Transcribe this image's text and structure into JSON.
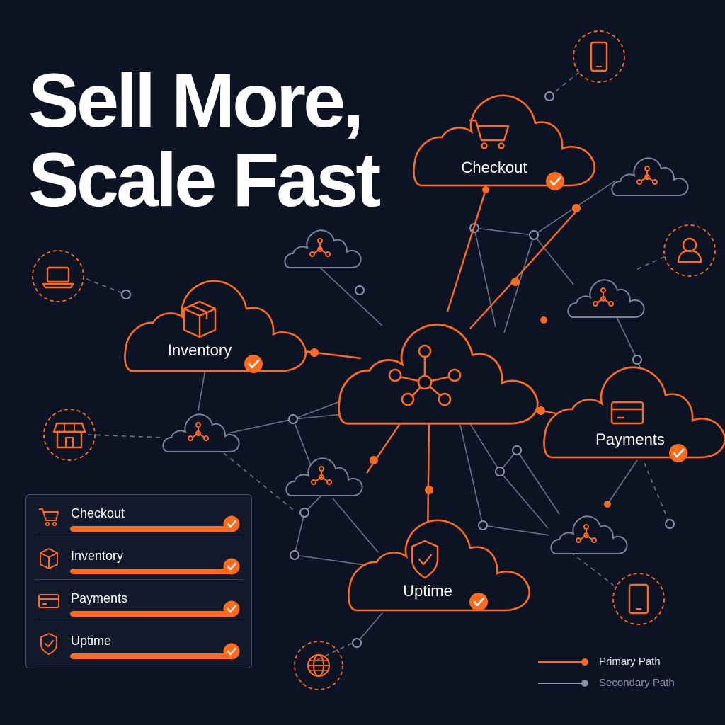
{
  "headline": {
    "line1": "Sell More,",
    "line2": "Scale Fast"
  },
  "colors": {
    "background": "#0c1424",
    "primary": "#ff6b1a",
    "secondary": "#8a93a6",
    "text": "#ffffff"
  },
  "nodes": {
    "checkout": {
      "label": "Checkout",
      "icon": "cart-icon",
      "status": "check-icon"
    },
    "inventory": {
      "label": "Inventory",
      "icon": "box-icon",
      "status": "check-icon"
    },
    "payments": {
      "label": "Payments",
      "icon": "credit-card-icon",
      "status": "check-icon"
    },
    "uptime": {
      "label": "Uptime",
      "icon": "shield-check-icon",
      "status": "check-icon"
    },
    "hub": {
      "icon": "network-hub-icon"
    }
  },
  "devices": [
    "phone-icon",
    "laptop-icon",
    "user-icon",
    "store-icon",
    "tablet-icon",
    "globe-icon"
  ],
  "status_panel": {
    "rows": [
      {
        "label": "Checkout",
        "icon": "cart-icon",
        "progress": 1.0
      },
      {
        "label": "Inventory",
        "icon": "box-icon",
        "progress": 1.0
      },
      {
        "label": "Payments",
        "icon": "credit-card-icon",
        "progress": 1.0
      },
      {
        "label": "Uptime",
        "icon": "shield-check-icon",
        "progress": 1.0
      }
    ]
  },
  "legend": {
    "primary": "Primary Path",
    "secondary": "Secondary Path"
  }
}
